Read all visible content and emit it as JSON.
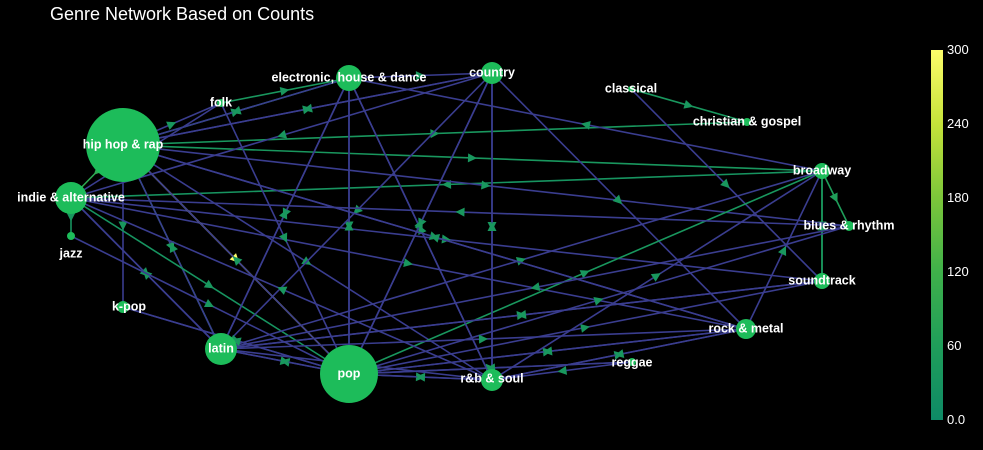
{
  "title": "Genre Network Based on Counts",
  "colorbar": {
    "ticks": [
      "0.0",
      "60",
      "120",
      "180",
      "240",
      "300"
    ],
    "min": 0,
    "max": 300,
    "colors": [
      "#0e8a66",
      "#1f9e5a",
      "#3fb14a",
      "#7cc63a",
      "#c5e23a",
      "#fdfd6a"
    ]
  },
  "node_color": "#1dbc5a",
  "nodes": [
    {
      "id": "hiphop",
      "label": "hip hop & rap"
    },
    {
      "id": "indie",
      "label": "indie & alternative"
    },
    {
      "id": "jazz",
      "label": "jazz"
    },
    {
      "id": "folk",
      "label": "folk"
    },
    {
      "id": "electronic",
      "label": "electronic, house & dance"
    },
    {
      "id": "country",
      "label": "country"
    },
    {
      "id": "classical",
      "label": "classical"
    },
    {
      "id": "christian",
      "label": "christian & gospel"
    },
    {
      "id": "broadway",
      "label": "broadway"
    },
    {
      "id": "blues",
      "label": "blues & rhythm"
    },
    {
      "id": "soundtrack",
      "label": "soundtrack"
    },
    {
      "id": "rock",
      "label": "rock & metal"
    },
    {
      "id": "reggae",
      "label": "reggae"
    },
    {
      "id": "rnb",
      "label": "r&b & soul"
    },
    {
      "id": "pop",
      "label": "pop"
    },
    {
      "id": "latin",
      "label": "latin"
    },
    {
      "id": "kpop",
      "label": "k-pop"
    }
  ],
  "edges": [
    {
      "source": "hiphop",
      "target": "indie",
      "weight": 90
    },
    {
      "source": "indie",
      "target": "jazz",
      "weight": 30
    },
    {
      "source": "hiphop",
      "target": "folk",
      "weight": 20
    },
    {
      "source": "folk",
      "target": "electronic",
      "weight": 40
    },
    {
      "source": "hiphop",
      "target": "electronic",
      "weight": 30
    },
    {
      "source": "electronic",
      "target": "hiphop",
      "weight": 15
    },
    {
      "source": "electronic",
      "target": "country",
      "weight": 20
    },
    {
      "source": "country",
      "target": "hiphop",
      "weight": 15
    },
    {
      "source": "indie",
      "target": "folk",
      "weight": 20
    },
    {
      "source": "hiphop",
      "target": "christian",
      "weight": 40
    },
    {
      "source": "classical",
      "target": "christian",
      "weight": 40
    },
    {
      "source": "hiphop",
      "target": "broadway",
      "weight": 40
    },
    {
      "source": "broadway",
      "target": "indie",
      "weight": 30
    },
    {
      "source": "broadway",
      "target": "blues",
      "weight": 60
    },
    {
      "source": "soundtrack",
      "target": "broadway",
      "weight": 60
    },
    {
      "source": "broadway",
      "target": "soundtrack",
      "weight": 40
    },
    {
      "source": "hiphop",
      "target": "blues",
      "weight": 20
    },
    {
      "source": "indie",
      "target": "soundtrack",
      "weight": 20
    },
    {
      "source": "hiphop",
      "target": "rock",
      "weight": 20
    },
    {
      "source": "indie",
      "target": "rock",
      "weight": 20
    },
    {
      "source": "hiphop",
      "target": "pop",
      "weight": 300
    },
    {
      "source": "pop",
      "target": "hiphop",
      "weight": 20
    },
    {
      "source": "hiphop",
      "target": "rnb",
      "weight": 20
    },
    {
      "source": "hiphop",
      "target": "kpop",
      "weight": 20
    },
    {
      "source": "hiphop",
      "target": "latin",
      "weight": 50
    },
    {
      "source": "latin",
      "target": "hiphop",
      "weight": 20
    },
    {
      "source": "indie",
      "target": "latin",
      "weight": 20
    },
    {
      "source": "indie",
      "target": "pop",
      "weight": 30
    },
    {
      "source": "electronic",
      "target": "pop",
      "weight": 20
    },
    {
      "source": "electronic",
      "target": "latin",
      "weight": 20
    },
    {
      "source": "electronic",
      "target": "rnb",
      "weight": 20
    },
    {
      "source": "country",
      "target": "pop",
      "weight": 20
    },
    {
      "source": "country",
      "target": "rnb",
      "weight": 20
    },
    {
      "source": "country",
      "target": "latin",
      "weight": 20
    },
    {
      "source": "country",
      "target": "rock",
      "weight": 20
    },
    {
      "source": "country",
      "target": "indie",
      "weight": 20
    },
    {
      "source": "classical",
      "target": "soundtrack",
      "weight": 20
    },
    {
      "source": "pop",
      "target": "broadway",
      "weight": 40
    },
    {
      "source": "pop",
      "target": "blues",
      "weight": 20
    },
    {
      "source": "pop",
      "target": "soundtrack",
      "weight": 20
    },
    {
      "source": "pop",
      "target": "rock",
      "weight": 20
    },
    {
      "source": "pop",
      "target": "reggae",
      "weight": 20
    },
    {
      "source": "pop",
      "target": "rnb",
      "weight": 20
    },
    {
      "source": "rnb",
      "target": "pop",
      "weight": 20
    },
    {
      "source": "pop",
      "target": "latin",
      "weight": 20
    },
    {
      "source": "latin",
      "target": "pop",
      "weight": 20
    },
    {
      "source": "latin",
      "target": "rnb",
      "weight": 20
    },
    {
      "source": "latin",
      "target": "rock",
      "weight": 20
    },
    {
      "source": "latin",
      "target": "broadway",
      "weight": 20
    },
    {
      "source": "latin",
      "target": "soundtrack",
      "weight": 20
    },
    {
      "source": "latin",
      "target": "indie",
      "weight": 20
    },
    {
      "source": "latin",
      "target": "electronic",
      "weight": 20
    },
    {
      "source": "rnb",
      "target": "broadway",
      "weight": 20
    },
    {
      "source": "rnb",
      "target": "electronic",
      "weight": 20
    },
    {
      "source": "rnb",
      "target": "country",
      "weight": 20
    },
    {
      "source": "rnb",
      "target": "indie",
      "weight": 20
    },
    {
      "source": "rnb",
      "target": "rock",
      "weight": 20
    },
    {
      "source": "reggae",
      "target": "rnb",
      "weight": 20
    },
    {
      "source": "reggae",
      "target": "pop",
      "weight": 20
    },
    {
      "source": "rock",
      "target": "rnb",
      "weight": 20
    },
    {
      "source": "rock",
      "target": "pop",
      "weight": 20
    },
    {
      "source": "rock",
      "target": "hiphop",
      "weight": 20
    },
    {
      "source": "rock",
      "target": "broadway",
      "weight": 20
    },
    {
      "source": "blues",
      "target": "latin",
      "weight": 20
    },
    {
      "source": "blues",
      "target": "indie",
      "weight": 20
    },
    {
      "source": "kpop",
      "target": "pop",
      "weight": 20
    },
    {
      "source": "pop",
      "target": "kpop",
      "weight": 20
    },
    {
      "source": "jazz",
      "target": "pop",
      "weight": 20
    },
    {
      "source": "pop",
      "target": "electronic",
      "weight": 20
    },
    {
      "source": "pop",
      "target": "country",
      "weight": 20
    },
    {
      "source": "folk",
      "target": "pop",
      "weight": 20
    },
    {
      "source": "soundtrack",
      "target": "latin",
      "weight": 20
    },
    {
      "source": "broadway",
      "target": "electronic",
      "weight": 20
    },
    {
      "source": "hiphop",
      "target": "country",
      "weight": 20
    }
  ]
}
